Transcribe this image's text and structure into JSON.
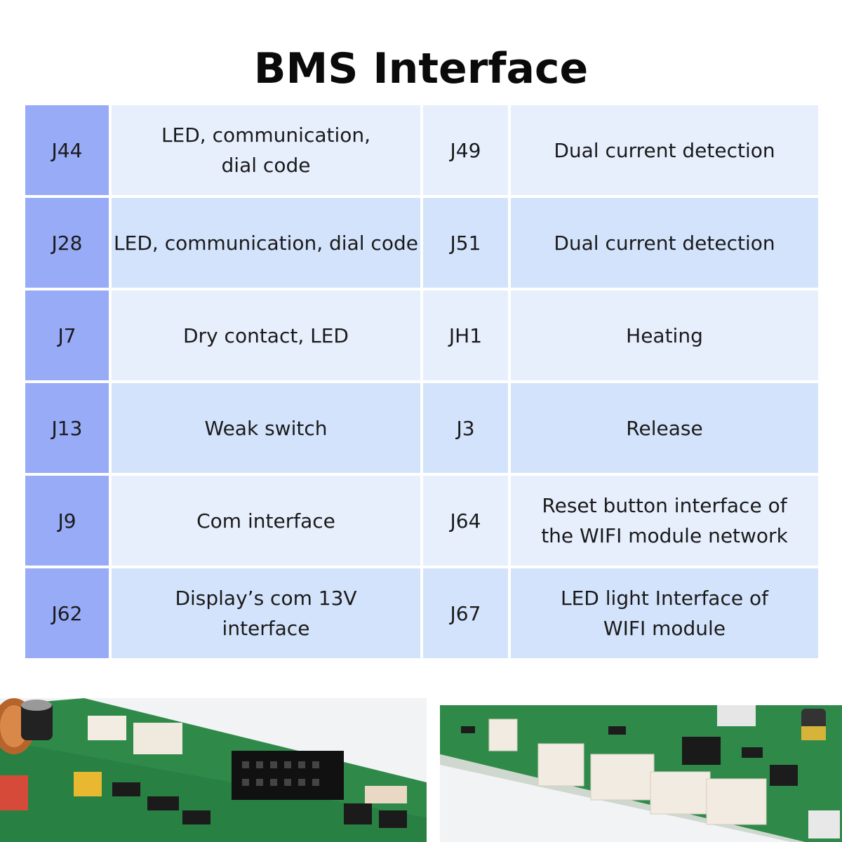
{
  "title": "BMS Interface",
  "rows": [
    {
      "left_code": "J44",
      "left_desc": "LED, communication,\ndial code",
      "right_code": "J49",
      "right_desc": "Dual current detection"
    },
    {
      "left_code": "J28",
      "left_desc": "LED, communication, dial code",
      "right_code": "J51",
      "right_desc": "Dual current detection"
    },
    {
      "left_code": "J7",
      "left_desc": "Dry contact, LED",
      "right_code": "JH1",
      "right_desc": "Heating"
    },
    {
      "left_code": "J13",
      "left_desc": "Weak switch",
      "right_code": "J3",
      "right_desc": "Release"
    },
    {
      "left_code": "J9",
      "left_desc": "Com interface",
      "right_code": "J64",
      "right_desc": "Reset button interface of\nthe WIFI module network"
    },
    {
      "left_code": "J62",
      "left_desc": "Display’s com 13V\n interface",
      "right_code": "J67",
      "right_desc": "LED light Interface of\nWIFI module"
    }
  ],
  "colors": {
    "code_left": "#98abf7",
    "row_light": "#e7effd",
    "row_dark": "#d3e3fb",
    "pcb_green": "#2f8a4a"
  }
}
